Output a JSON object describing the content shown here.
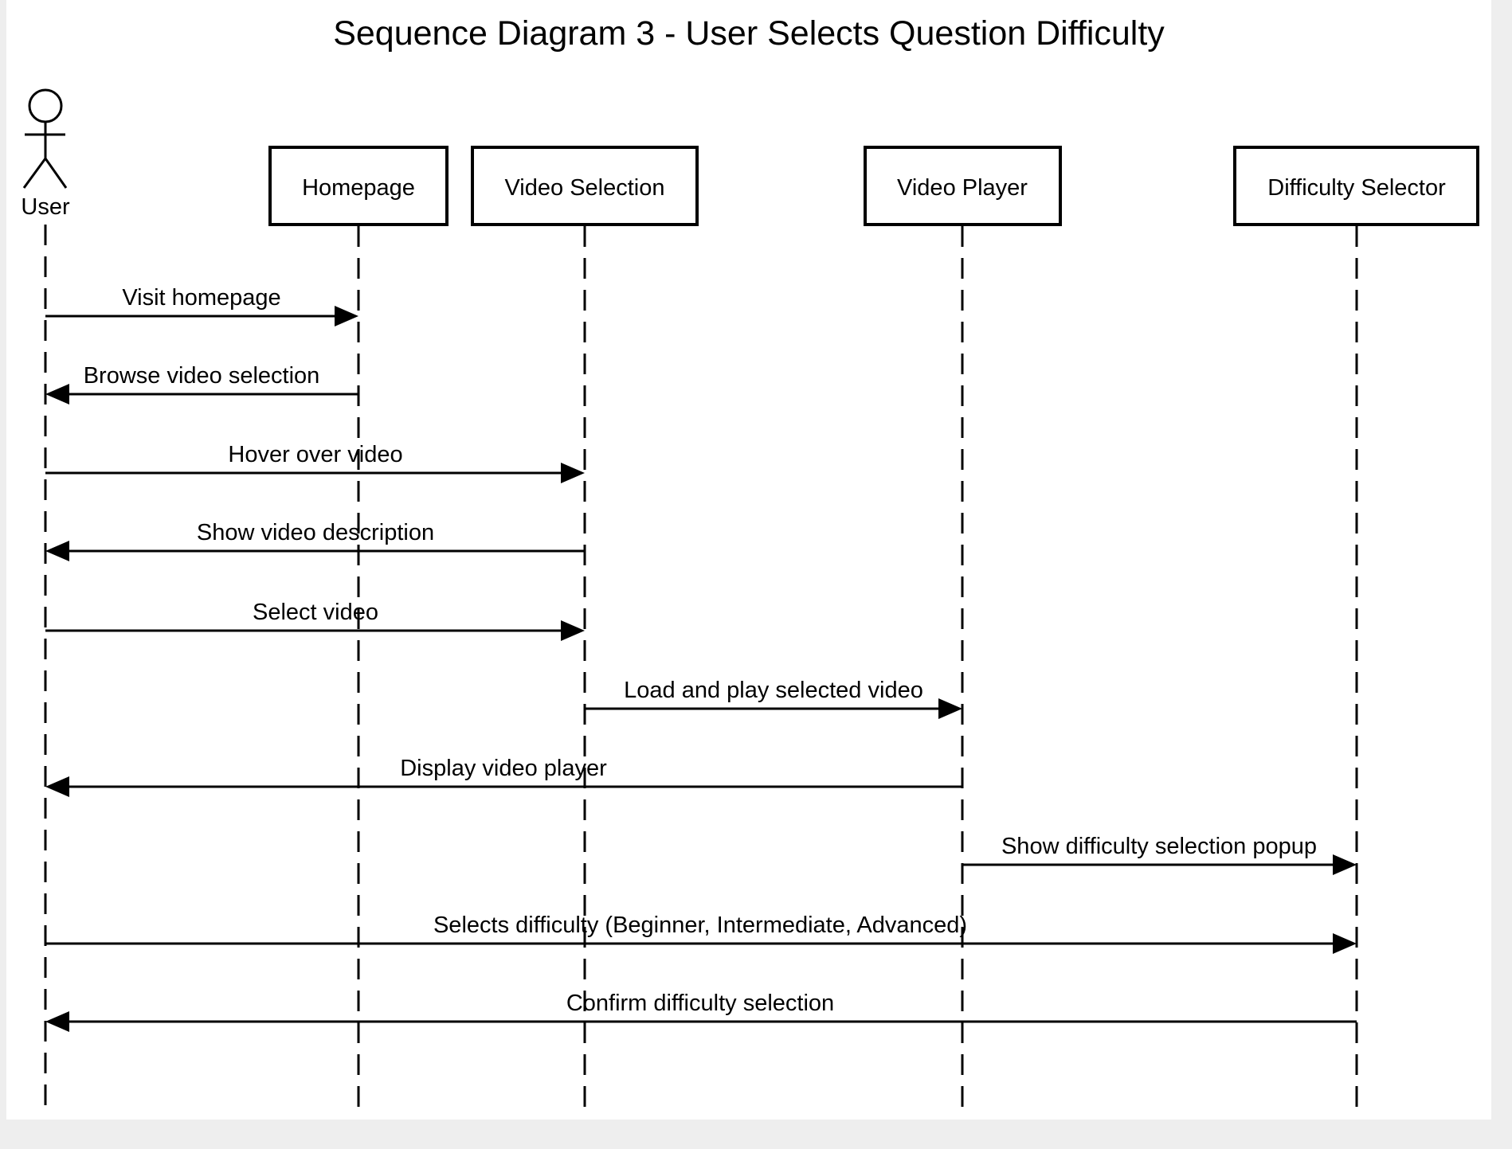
{
  "diagram": {
    "title": "Sequence Diagram 3 - User Selects Question Difficulty",
    "actor": {
      "id": "user",
      "label": "User"
    },
    "participants": [
      {
        "id": "homepage",
        "label": "Homepage"
      },
      {
        "id": "video-selection",
        "label": "Video Selection"
      },
      {
        "id": "video-player",
        "label": "Video Player"
      },
      {
        "id": "difficulty-selector",
        "label": "Difficulty Selector"
      }
    ],
    "messages": [
      {
        "from": "user",
        "to": "homepage",
        "label": "Visit homepage"
      },
      {
        "from": "homepage",
        "to": "user",
        "label": "Browse video selection"
      },
      {
        "from": "user",
        "to": "video-selection",
        "label": "Hover over video"
      },
      {
        "from": "video-selection",
        "to": "user",
        "label": "Show video description"
      },
      {
        "from": "user",
        "to": "video-selection",
        "label": "Select video"
      },
      {
        "from": "video-selection",
        "to": "video-player",
        "label": "Load and play selected video"
      },
      {
        "from": "video-player",
        "to": "user",
        "label": "Display video player"
      },
      {
        "from": "video-player",
        "to": "difficulty-selector",
        "label": "Show difficulty selection popup"
      },
      {
        "from": "user",
        "to": "difficulty-selector",
        "label": "Selects difficulty (Beginner, Intermediate, Advanced)"
      },
      {
        "from": "difficulty-selector",
        "to": "user",
        "label": "Confirm difficulty selection"
      }
    ]
  },
  "colors": {
    "background": "#ffffff",
    "outer_background": "#eeeeee",
    "stroke": "#000000"
  }
}
